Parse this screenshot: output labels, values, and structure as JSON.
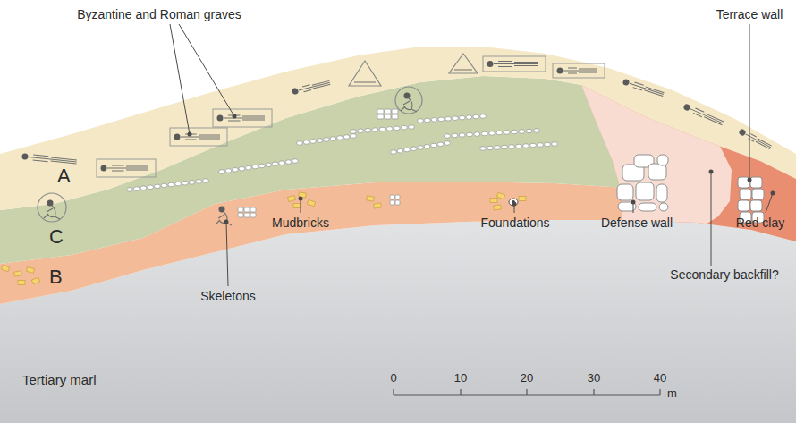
{
  "diagram": {
    "nodes": [
      {
        "text": [
          "A"
        ]
      },
      {
        "text": [
          "C"
        ]
      },
      {
        "text": [
          "B"
        ]
      },
      {
        "text": [
          "Tertiary marl"
        ]
      }
    ],
    "labels": [
      "Byzantine and Roman graves",
      "Terrace wall",
      "Mudbricks",
      "Foundations",
      "Defense wall",
      "Red clay",
      "Skeletons",
      "Secondary backfill?",
      "0",
      "10",
      "20",
      "30",
      "40",
      "m"
    ]
  }
}
